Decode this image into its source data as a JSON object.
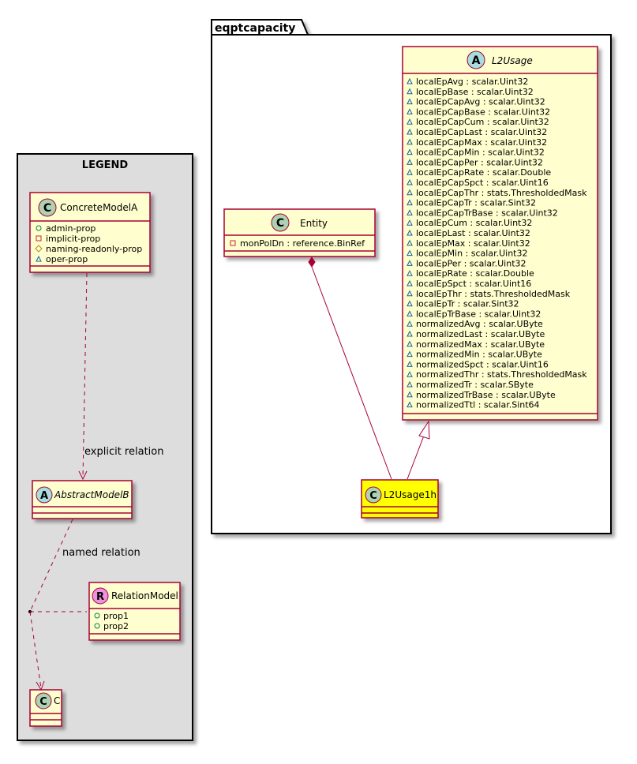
{
  "legend": {
    "title": "LEGEND",
    "concrete_model": {
      "stereotype_letter": "C",
      "name": "ConcreteModelA",
      "attributes": [
        {
          "visibility": "public",
          "text": "admin-prop"
        },
        {
          "visibility": "private",
          "text": "implicit-prop"
        },
        {
          "visibility": "protected",
          "text": "naming-readonly-prop"
        },
        {
          "visibility": "package",
          "text": "oper-prop"
        }
      ]
    },
    "abstract_model": {
      "stereotype_letter": "A",
      "name": "AbstractModelB"
    },
    "relation_model": {
      "stereotype_letter": "R",
      "name": "RelationModel",
      "attributes": [
        {
          "visibility": "public",
          "text": "prop1"
        },
        {
          "visibility": "public",
          "text": "prop2"
        }
      ]
    },
    "class_c": {
      "stereotype_letter": "C",
      "name": "C"
    },
    "explicit_relation_label": "explicit relation",
    "named_relation_label": "named relation"
  },
  "package": {
    "name": "eqptcapacity",
    "entity": {
      "stereotype_letter": "C",
      "name": "Entity",
      "attributes": [
        {
          "visibility": "private",
          "text": "monPolDn : reference.BinRef"
        }
      ]
    },
    "l2usage": {
      "stereotype_letter": "A",
      "name": "L2Usage",
      "attributes": [
        {
          "visibility": "package",
          "text": "localEpAvg : scalar.Uint32"
        },
        {
          "visibility": "package",
          "text": "localEpBase : scalar.Uint32"
        },
        {
          "visibility": "package",
          "text": "localEpCapAvg : scalar.Uint32"
        },
        {
          "visibility": "package",
          "text": "localEpCapBase : scalar.Uint32"
        },
        {
          "visibility": "package",
          "text": "localEpCapCum : scalar.Uint32"
        },
        {
          "visibility": "package",
          "text": "localEpCapLast : scalar.Uint32"
        },
        {
          "visibility": "package",
          "text": "localEpCapMax : scalar.Uint32"
        },
        {
          "visibility": "package",
          "text": "localEpCapMin : scalar.Uint32"
        },
        {
          "visibility": "package",
          "text": "localEpCapPer : scalar.Uint32"
        },
        {
          "visibility": "package",
          "text": "localEpCapRate : scalar.Double"
        },
        {
          "visibility": "package",
          "text": "localEpCapSpct : scalar.Uint16"
        },
        {
          "visibility": "package",
          "text": "localEpCapThr : stats.ThresholdedMask"
        },
        {
          "visibility": "package",
          "text": "localEpCapTr : scalar.Sint32"
        },
        {
          "visibility": "package",
          "text": "localEpCapTrBase : scalar.Uint32"
        },
        {
          "visibility": "package",
          "text": "localEpCum : scalar.Uint32"
        },
        {
          "visibility": "package",
          "text": "localEpLast : scalar.Uint32"
        },
        {
          "visibility": "package",
          "text": "localEpMax : scalar.Uint32"
        },
        {
          "visibility": "package",
          "text": "localEpMin : scalar.Uint32"
        },
        {
          "visibility": "package",
          "text": "localEpPer : scalar.Uint32"
        },
        {
          "visibility": "package",
          "text": "localEpRate : scalar.Double"
        },
        {
          "visibility": "package",
          "text": "localEpSpct : scalar.Uint16"
        },
        {
          "visibility": "package",
          "text": "localEpThr : stats.ThresholdedMask"
        },
        {
          "visibility": "package",
          "text": "localEpTr : scalar.Sint32"
        },
        {
          "visibility": "package",
          "text": "localEpTrBase : scalar.Uint32"
        },
        {
          "visibility": "package",
          "text": "normalizedAvg : scalar.UByte"
        },
        {
          "visibility": "package",
          "text": "normalizedLast : scalar.UByte"
        },
        {
          "visibility": "package",
          "text": "normalizedMax : scalar.UByte"
        },
        {
          "visibility": "package",
          "text": "normalizedMin : scalar.UByte"
        },
        {
          "visibility": "package",
          "text": "normalizedSpct : scalar.Uint16"
        },
        {
          "visibility": "package",
          "text": "normalizedThr : stats.ThresholdedMask"
        },
        {
          "visibility": "package",
          "text": "normalizedTr : scalar.SByte"
        },
        {
          "visibility": "package",
          "text": "normalizedTrBase : scalar.UByte"
        },
        {
          "visibility": "package",
          "text": "normalizedTtl : scalar.Sint64"
        }
      ]
    },
    "l2usage1h": {
      "stereotype_letter": "C",
      "name": "L2Usage1h"
    }
  },
  "colors": {
    "class_fill": "#FEFECE",
    "class_border": "#A80036",
    "highlight_fill": "#FFFF00",
    "legend_background": "#DDDDDD",
    "concrete_badge": "#ADD1B2",
    "abstract_badge": "#A9DCDF",
    "relation_badge": "#EB93DF"
  }
}
